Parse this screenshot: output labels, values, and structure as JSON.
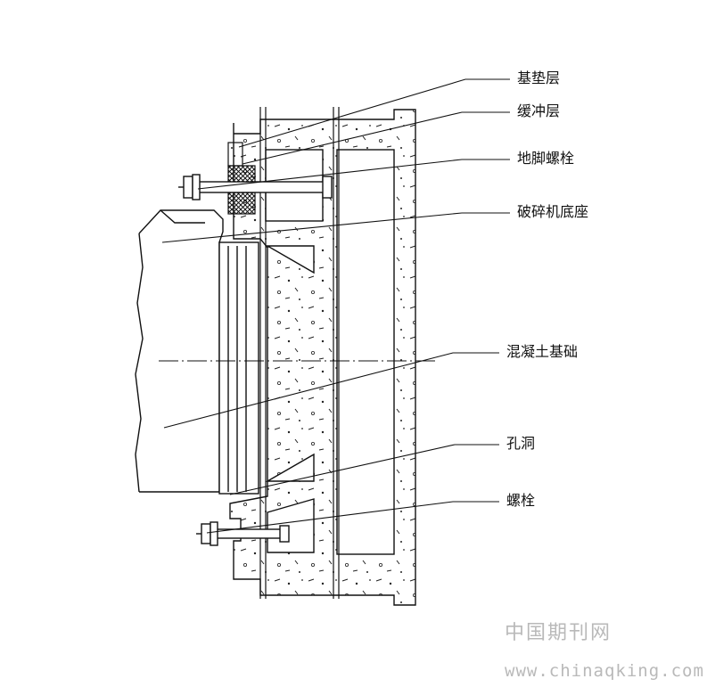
{
  "labels": {
    "bedding_layer": "基垫层",
    "buffer_layer": "缓冲层",
    "anchor_bolt": "地脚螺栓",
    "crusher_base": "破碎机底座",
    "concrete_foundation": "混凝土基础",
    "hole": "孔洞",
    "bolt": "螺栓"
  },
  "watermark": {
    "site_name_cn": "中国期刊网",
    "site_url": "www.chinaqking.com"
  },
  "colors": {
    "line": "#111111",
    "watermark": "#b9b9b9",
    "background": "#ffffff"
  }
}
